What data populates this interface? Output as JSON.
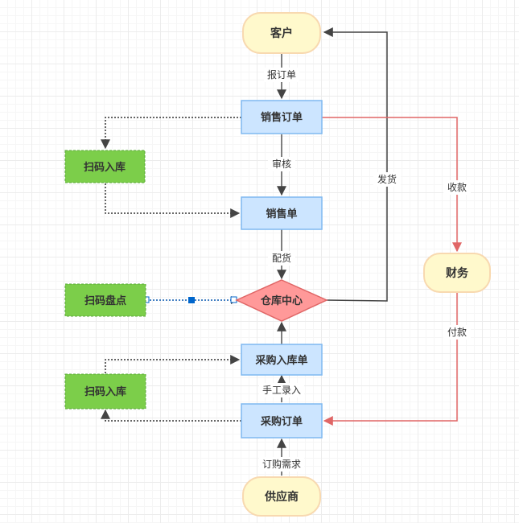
{
  "nodes": {
    "customer": "客户",
    "sales_order": "销售订单",
    "scan_in_top": "扫码入库",
    "sales_slip": "销售单",
    "warehouse": "仓库中心",
    "scan_inventory": "扫码盘点",
    "finance": "财务",
    "purchase_receipt": "采购入库单",
    "scan_in_bottom": "扫码入库",
    "purchase_order": "采购订单",
    "supplier": "供应商"
  },
  "edges": {
    "quote": "报订单",
    "review": "审核",
    "dispatch": "配货",
    "ship": "发货",
    "collect": "收款",
    "pay": "付款",
    "manual_entry": "手工录入",
    "purchase_request": "订购需求"
  },
  "colors": {
    "terminal_fill": "#fff9cc",
    "terminal_stroke": "#f8d9b0",
    "process_fill": "#cce5ff",
    "process_stroke": "#7fb8f0",
    "scan_fill": "#7cce4a",
    "scan_stroke": "#5aa83a",
    "decision_fill": "#ff9999",
    "decision_stroke": "#e06666",
    "finance_flow": "#e06666",
    "main_flow": "#555555",
    "selection": "#0066cc"
  }
}
